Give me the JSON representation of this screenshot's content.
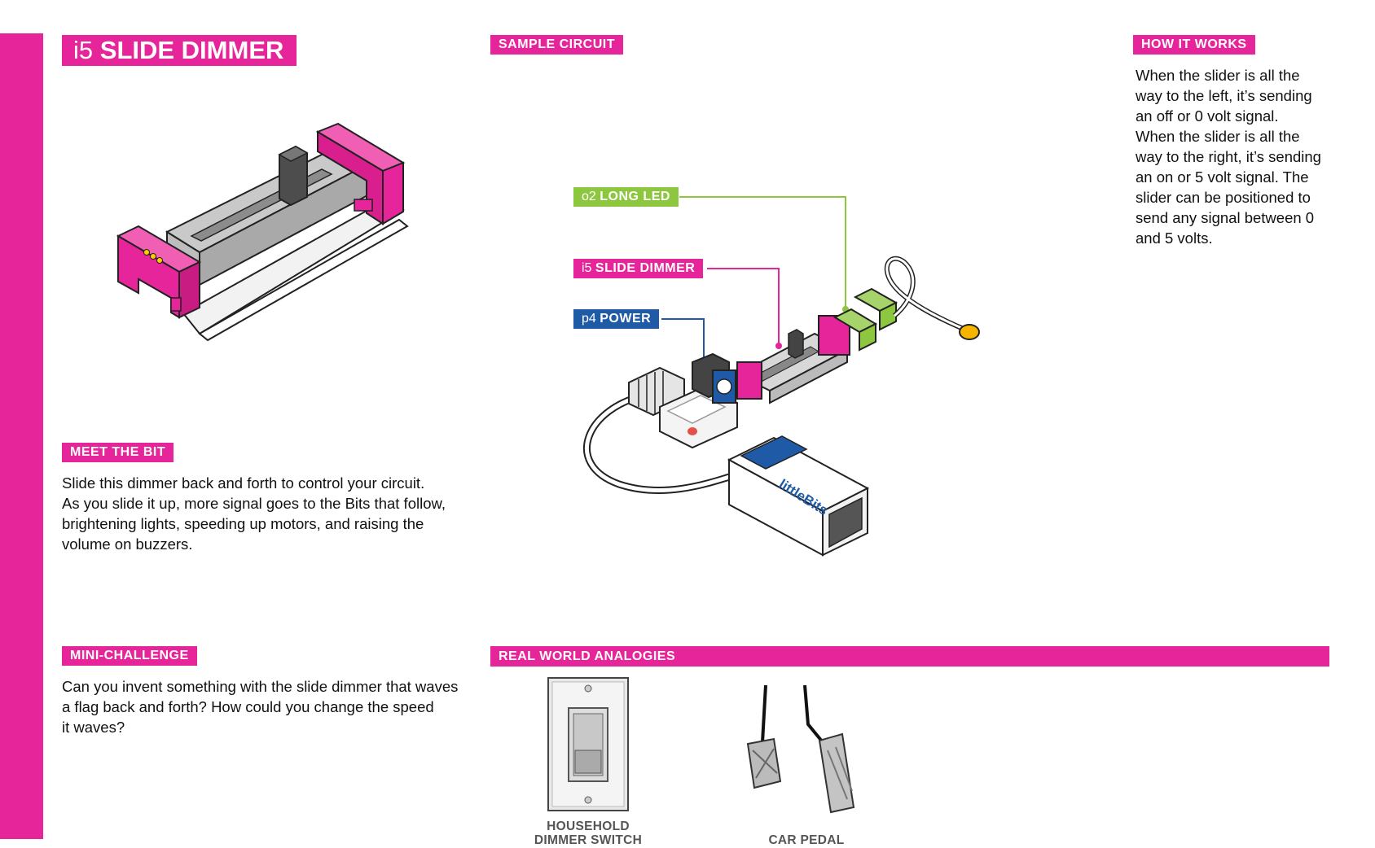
{
  "title": {
    "code": "i5",
    "name": "SLIDE DIMMER"
  },
  "sections": {
    "sample_circuit": "SAMPLE CIRCUIT",
    "how_it_works": "HOW IT WORKS",
    "meet_the_bit": "MEET THE BIT",
    "mini_challenge": "MINI-CHALLENGE",
    "real_world": "REAL WORLD ANALOGIES"
  },
  "how_it_works_lines": [
    "When the slider is all the",
    "way to the left, it’s sending",
    "an off or 0 volt signal.",
    "When the slider is all the",
    "way to the right, it’s sending",
    "an on or 5 volt signal. The",
    "slider can be positioned to",
    "send any signal between 0",
    "and 5 volts."
  ],
  "meet_the_bit_lines": [
    "Slide this dimmer back and forth to control your circuit.",
    "As you slide it up, more signal goes to the Bits that follow,",
    "brightening lights, speeding up motors, and raising the",
    "volume on buzzers."
  ],
  "mini_challenge_lines": [
    "Can you invent something with the slide dimmer that waves",
    "a flag back and forth? How could you change the speed",
    "it waves?"
  ],
  "circuit_labels": {
    "led": {
      "code": "o2",
      "name": "LONG LED",
      "color": "#8dc63f"
    },
    "dimmer": {
      "code": "i5",
      "name": "SLIDE DIMMER",
      "color": "#e6259a"
    },
    "power": {
      "code": "p4",
      "name": "POWER",
      "color": "#1f5aa6"
    }
  },
  "battery_brand": "littleBits",
  "analogies": [
    {
      "line1": "HOUSEHOLD",
      "line2": "DIMMER SWITCH"
    },
    {
      "line1": "",
      "line2": "CAR PEDAL"
    }
  ],
  "colors": {
    "brand_pink": "#e6259a",
    "led_green": "#8dc63f",
    "power_blue": "#1f5aa6"
  }
}
